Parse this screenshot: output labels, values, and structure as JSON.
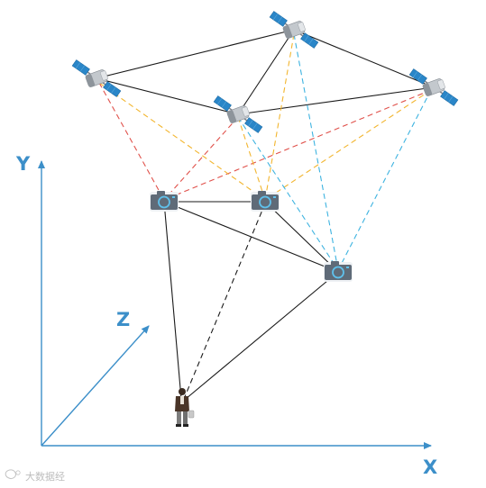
{
  "axes": {
    "x_label": "X",
    "y_label": "Y",
    "z_label": "Z"
  },
  "watermark": {
    "text": "大数据经"
  },
  "colors": {
    "axis": "#3c8fc9",
    "link_solid": "#1a1a1a",
    "link_red": "#e0504a",
    "link_yellow": "#f2b52e",
    "link_blue": "#3db3e0",
    "camera_body": "#5f6b78",
    "camera_lens": "#5fc1ec",
    "satellite_panel": "#2a86c8",
    "satellite_body": "#b0b6bc"
  },
  "icons": {
    "satellite": "satellite-icon",
    "camera": "camera-icon",
    "person": "person-icon"
  }
}
